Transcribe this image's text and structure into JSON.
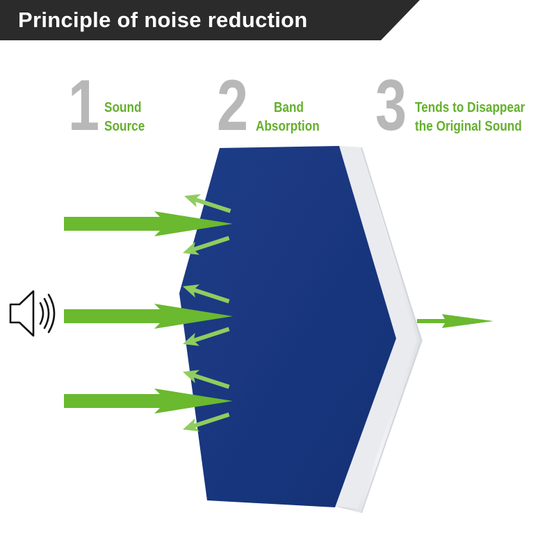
{
  "header": {
    "title": "Principle of noise reduction"
  },
  "steps": [
    {
      "number": "1",
      "line1": "Sound",
      "line2": "Source"
    },
    {
      "number": "2",
      "line1": "Band",
      "line2": "Absorption"
    },
    {
      "number": "3",
      "line1": "Tends to Disappear",
      "line2": "the Original Sound"
    }
  ],
  "colors": {
    "banner": "#2b2b2b",
    "step_number": "#b8b8b8",
    "step_label": "#64b02c",
    "arrow": "#6ab92f",
    "panel_face": "#1b3a86",
    "panel_edge": "#e6e8ec"
  },
  "icons": {
    "sound_source": "speaker-icon"
  }
}
